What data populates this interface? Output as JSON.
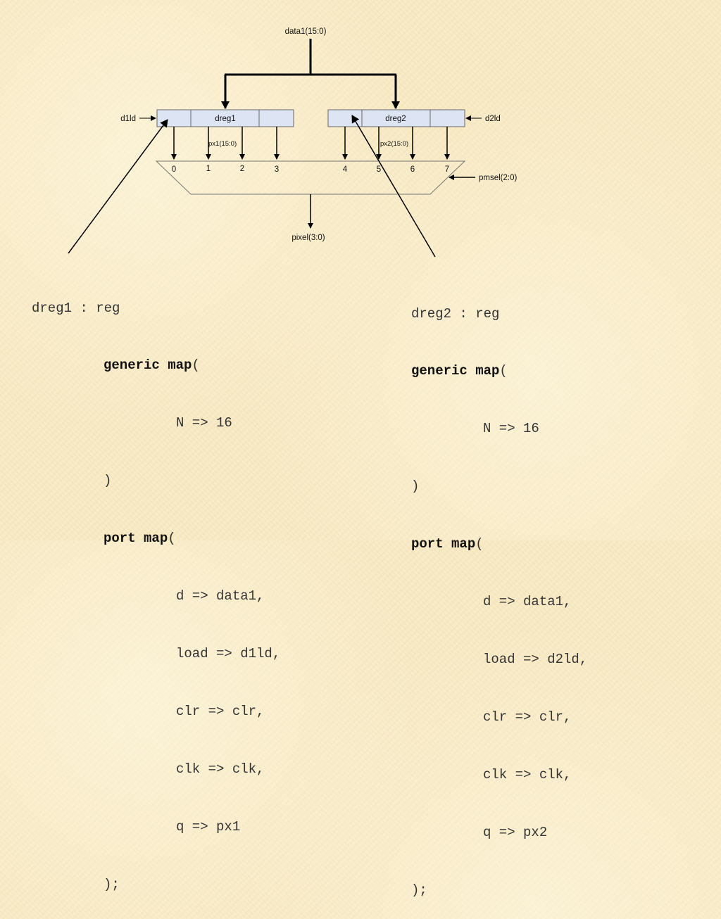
{
  "diagram": {
    "bus_in": "data1(15:0)",
    "reg1": {
      "name": "dreg1",
      "load": "d1ld",
      "out_bus": "px1(15:0)"
    },
    "reg2": {
      "name": "dreg2",
      "load": "d2ld",
      "out_bus": "px2(15:0)"
    },
    "mux": {
      "inputs": [
        "0",
        "1",
        "2",
        "3",
        "4",
        "5",
        "6",
        "7"
      ],
      "select": "pmsel(2:0)",
      "output": "pixel(3:0)"
    }
  },
  "code1": {
    "l1": "dreg1 : reg",
    "l2_kw": "generic map",
    "l2_rest": "(",
    "l3": "N => 16",
    "l4": ")",
    "l5_kw": "port map",
    "l5_rest": "(",
    "l6": "d => data1,",
    "l7": "load => d1ld,",
    "l8": "clr => clr,",
    "l9": "clk => clk,",
    "l10": "q => px1",
    "l11": ");"
  },
  "code2": {
    "l1": "dreg2 : reg",
    "l2_kw": "generic map",
    "l2_rest": "(",
    "l3": "N => 16",
    "l4": ")",
    "l5_kw": "port map",
    "l5_rest": "(",
    "l6": "d => data1,",
    "l7": "load => d2ld,",
    "l8": "clr => clr,",
    "l9": "clk => clk,",
    "l10": "q => px2",
    "l11": ");"
  }
}
